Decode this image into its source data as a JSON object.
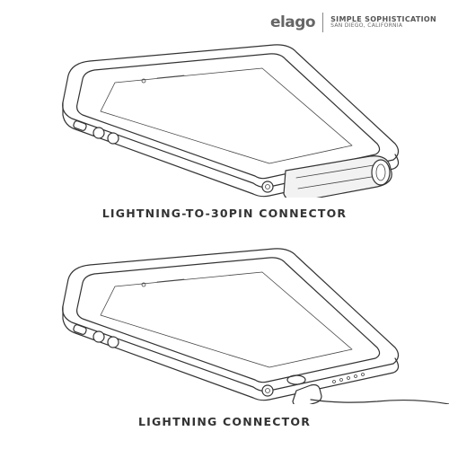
{
  "brand": {
    "logo": "elago",
    "tagline": "SIMPLE SOPHISTICATION",
    "location": "SAN DIEGO, CALIFORNIA"
  },
  "panels": [
    {
      "caption": "LIGHTNING-TO-30PIN CONNECTOR",
      "accessory": "lightning-to-30pin-adapter"
    },
    {
      "caption": "LIGHTNING CONNECTOR",
      "accessory": "lightning-cable"
    }
  ]
}
